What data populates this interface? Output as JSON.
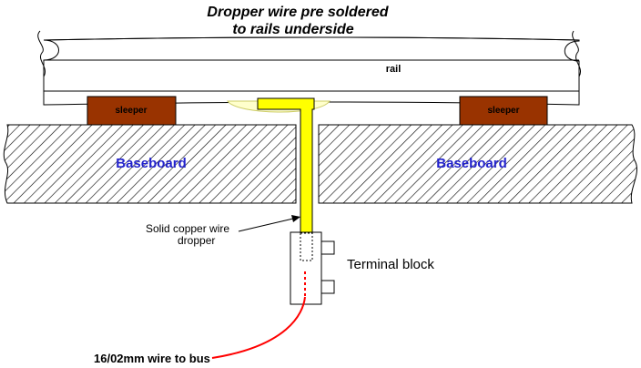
{
  "title": {
    "line1": "Dropper wire pre soldered",
    "line2": "to rails underside"
  },
  "labels": {
    "rail": "rail",
    "sleeper_left": "sleeper",
    "sleeper_right": "sleeper",
    "baseboard_left": "Baseboard",
    "baseboard_right": "Baseboard",
    "dropper_line1": "Solid copper wire",
    "dropper_line2": "dropper",
    "terminal_block": "Terminal block",
    "bus_wire": "16/02mm wire to bus"
  },
  "colors": {
    "baseboard_text": "#2222cc",
    "sleeper_fill": "#993300",
    "wire_fill": "#ffff00",
    "solder_fill": "#ffffcc",
    "bus_wire": "#ff0000"
  }
}
